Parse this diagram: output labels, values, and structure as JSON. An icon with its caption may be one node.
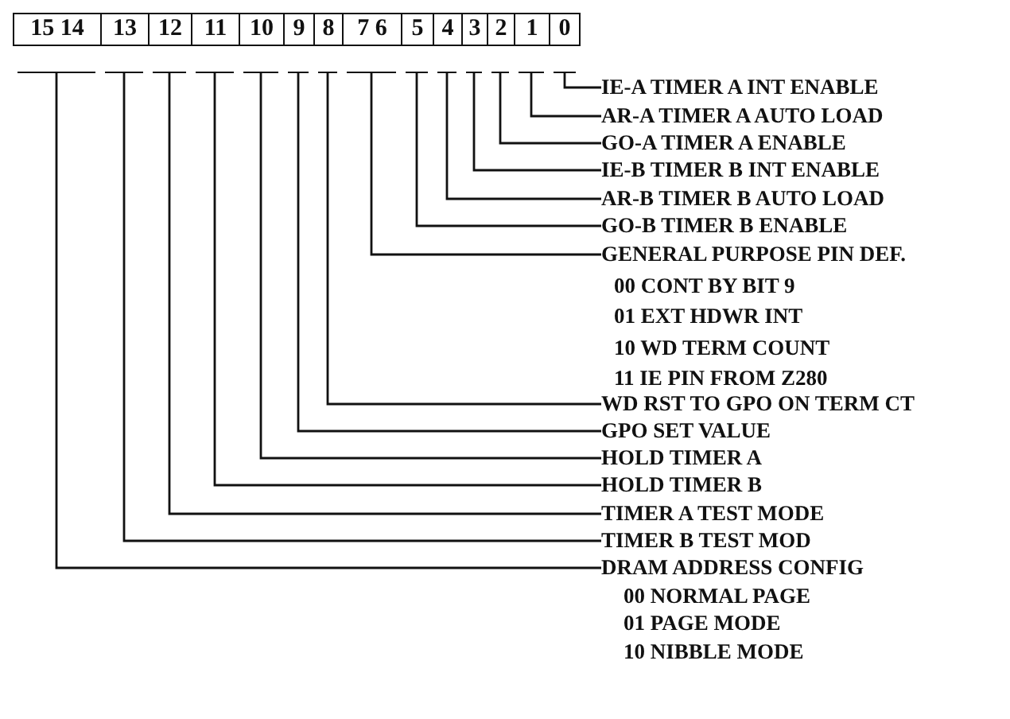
{
  "diagram": {
    "nodes": [
      {
        "text": [
          "15 14"
        ]
      },
      {
        "text": [
          "13"
        ]
      },
      {
        "text": [
          "12"
        ]
      },
      {
        "text": [
          "11"
        ]
      },
      {
        "text": [
          "10"
        ]
      },
      {
        "text": [
          "9"
        ]
      },
      {
        "text": [
          "8"
        ]
      },
      {
        "text": [
          "7 6"
        ]
      },
      {
        "text": [
          "5"
        ]
      },
      {
        "text": [
          "4"
        ]
      },
      {
        "text": [
          "3"
        ]
      },
      {
        "text": [
          "2"
        ]
      },
      {
        "text": [
          "1"
        ]
      },
      {
        "text": [
          "0"
        ]
      },
      {
        "text": [
          "IE-A TIMER A INT ENABLE"
        ]
      },
      {
        "text": [
          "AR-A TIMER A AUTO LOAD"
        ]
      },
      {
        "text": [
          "GO-A TIMER A ENABLE"
        ]
      },
      {
        "text": [
          "IE-B TIMER B INT ENABLE"
        ]
      },
      {
        "text": [
          "AR-B TIMER B AUTO LOAD"
        ]
      },
      {
        "text": [
          "GO-B TIMER B ENABLE"
        ]
      },
      {
        "text": [
          "GENERAL PURPOSE PIN DEF.",
          "00 CONT BY BIT 9",
          "01 EXT HDWR INT",
          "10 WD TERM COUNT",
          "11 IE PIN FROM Z280"
        ]
      },
      {
        "text": [
          "WD RST TO GPO ON TERM CT"
        ]
      },
      {
        "text": [
          "GPO SET VALUE"
        ]
      },
      {
        "text": [
          "HOLD TIMER A"
        ]
      },
      {
        "text": [
          "HOLD TIMER B"
        ]
      },
      {
        "text": [
          "TIMER A TEST MODE"
        ]
      },
      {
        "text": [
          "TIMER B TEST MOD"
        ]
      },
      {
        "text": [
          "DRAM ADDRESS CONFIG",
          "00 NORMAL PAGE",
          "01 PAGE MODE",
          "10 NIBBLE MODE"
        ]
      }
    ],
    "edges": [
      {
        "from": 13,
        "to": 14,
        "arrow": "none"
      },
      {
        "from": 12,
        "to": 15,
        "arrow": "none"
      },
      {
        "from": 11,
        "to": 16,
        "arrow": "none"
      },
      {
        "from": 10,
        "to": 17,
        "arrow": "none"
      },
      {
        "from": 9,
        "to": 18,
        "arrow": "none"
      },
      {
        "from": 8,
        "to": 19,
        "arrow": "none"
      },
      {
        "from": 7,
        "to": 20,
        "arrow": "none"
      },
      {
        "from": 6,
        "to": 21,
        "arrow": "none"
      },
      {
        "from": 5,
        "to": 22,
        "arrow": "none"
      },
      {
        "from": 4,
        "to": 23,
        "arrow": "none"
      },
      {
        "from": 3,
        "to": 24,
        "arrow": "none"
      },
      {
        "from": 2,
        "to": 25,
        "arrow": "none"
      },
      {
        "from": 1,
        "to": 26,
        "arrow": "none"
      },
      {
        "from": 0,
        "to": 27,
        "arrow": "none"
      }
    ]
  }
}
